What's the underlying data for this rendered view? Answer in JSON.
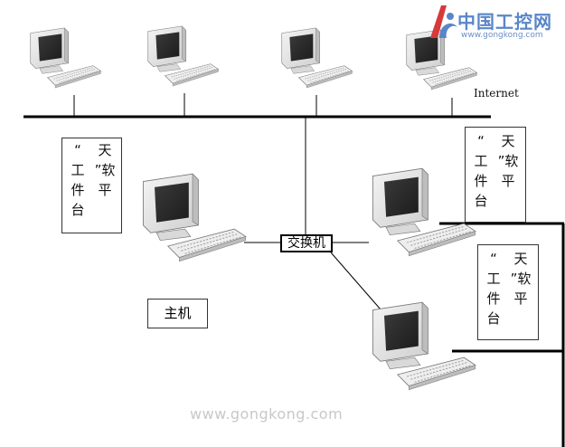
{
  "brand": {
    "name_cn": "中国工控网",
    "url": "www.gongkong.com"
  },
  "watermark": "www.gongkong.com",
  "internet_label": "Internet",
  "switch_label": "交换机",
  "host_label": "主机",
  "workstation_label": {
    "col1": [
      "“",
      "工",
      "件",
      "台"
    ],
    "col2": [
      "天",
      "”软",
      "平"
    ]
  },
  "colors": {
    "line": "#000000",
    "border": "#333333",
    "brand": "#5a86c8",
    "watermark": "#c8c8c8"
  },
  "icons": [
    "computer-icon",
    "brand-logo-icon"
  ]
}
